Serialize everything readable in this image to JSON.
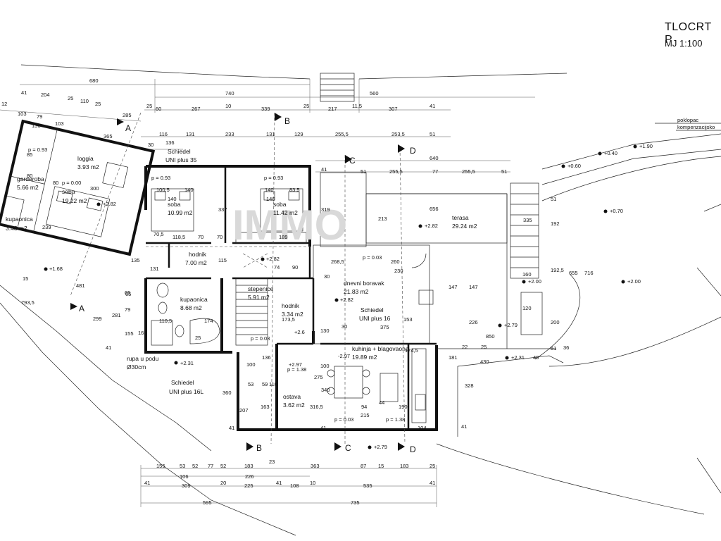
{
  "title": {
    "line1": "TLOCRT P",
    "line2": "MJ 1:100"
  },
  "rooms": [
    {
      "id": "soba1-name",
      "text": "soba"
    },
    {
      "id": "soba1-area",
      "text": "10.99 m2"
    },
    {
      "id": "soba2-name",
      "text": "soba"
    },
    {
      "id": "soba2-area",
      "text": "11.42 m2"
    },
    {
      "id": "soba3-name",
      "text": "soba"
    },
    {
      "id": "soba3-area",
      "text": "19.22 m2"
    },
    {
      "id": "loggia-name",
      "text": "loggia"
    },
    {
      "id": "loggia-area",
      "text": "3.93 m2"
    },
    {
      "id": "garderoba-name",
      "text": "garderoba"
    },
    {
      "id": "garderoba-area",
      "text": "5.66 m2"
    },
    {
      "id": "kupaonica1-name",
      "text": "kupaonica"
    },
    {
      "id": "kupaonica1-area",
      "text": "3.48 m2"
    },
    {
      "id": "hodnik1-name",
      "text": "hodnik"
    },
    {
      "id": "hodnik1-area",
      "text": "7.00 m2"
    },
    {
      "id": "kupaonica2-name",
      "text": "kupaonica"
    },
    {
      "id": "kupaonica2-area",
      "text": "8.68 m2"
    },
    {
      "id": "stepenice-name",
      "text": "stepenice"
    },
    {
      "id": "stepenice-area",
      "text": "5.91 m2"
    },
    {
      "id": "hodnik2-name",
      "text": "hodnik"
    },
    {
      "id": "hodnik2-area",
      "text": "3.34 m2"
    },
    {
      "id": "dnevni-name",
      "text": "dnevni boravak"
    },
    {
      "id": "dnevni-area",
      "text": "21.83 m2"
    },
    {
      "id": "kuhinja-name",
      "text": "kuhinja + blagovaona"
    },
    {
      "id": "kuhinja-area",
      "text": "19.89 m2"
    },
    {
      "id": "ostava-name",
      "text": "ostava"
    },
    {
      "id": "ostava-area",
      "text": "3.62 m2"
    },
    {
      "id": "teras-name",
      "text": "terasa"
    },
    {
      "id": "teras-area",
      "text": "29.24 m2"
    }
  ],
  "notes": [
    {
      "id": "schiedel-35-a",
      "text": "Schiedel"
    },
    {
      "id": "schiedel-35-b",
      "text": "UNI plus 35"
    },
    {
      "id": "schiedel-16-a",
      "text": "Schiedel"
    },
    {
      "id": "schiedel-16-b",
      "text": "UNI plus 16"
    },
    {
      "id": "schiedel-16l-a",
      "text": "Schiedel"
    },
    {
      "id": "schiedel-16l-b",
      "text": "UNI plus 16L"
    },
    {
      "id": "rupa-a",
      "text": "rupa u podu"
    },
    {
      "id": "rupa-b",
      "text": "Ø30cm"
    },
    {
      "id": "poklopac-a",
      "text": "poklopac"
    },
    {
      "id": "poklopac-b",
      "text": "kompenzacijsko"
    }
  ],
  "levels": [
    {
      "id": "lv1",
      "text": "+2.82"
    },
    {
      "id": "lv2",
      "text": "+2.82"
    },
    {
      "id": "lv3",
      "text": "+2.82"
    },
    {
      "id": "lv4",
      "text": "+2.82"
    },
    {
      "id": "lv5",
      "text": "+1.68"
    },
    {
      "id": "lv6",
      "text": "+2.31"
    },
    {
      "id": "lv7",
      "text": "+2.31"
    },
    {
      "id": "lv8",
      "text": "+2.79"
    },
    {
      "id": "lv9",
      "text": "+2.79"
    },
    {
      "id": "lv10",
      "text": "+2.00"
    },
    {
      "id": "lv11",
      "text": "+2.00"
    },
    {
      "id": "lv12",
      "text": "+0.70"
    },
    {
      "id": "lv13",
      "text": "+0.60"
    },
    {
      "id": "lv14",
      "text": "+0.40"
    },
    {
      "id": "lv15",
      "text": "+1.90"
    },
    {
      "id": "lv16",
      "text": "+2.6"
    },
    {
      "id": "lv17",
      "text": "+2.97"
    },
    {
      "id": "lv18",
      "text": "-2.97"
    },
    {
      "id": "p1",
      "text": "p = 0.93"
    },
    {
      "id": "p2",
      "text": "p = 0.93"
    },
    {
      "id": "p3",
      "text": "p = 0.00"
    },
    {
      "id": "p4",
      "text": "p = 0.03"
    },
    {
      "id": "p5",
      "text": "p = 0.03"
    },
    {
      "id": "p6",
      "text": "p = 0.03"
    },
    {
      "id": "p7",
      "text": "p = 1.38"
    },
    {
      "id": "p8",
      "text": "p = 0.93"
    },
    {
      "id": "p9",
      "text": "p = 1.38"
    }
  ],
  "sections": [
    {
      "id": "secA1",
      "text": "A"
    },
    {
      "id": "secA2",
      "text": "A"
    },
    {
      "id": "secB1",
      "text": "B"
    },
    {
      "id": "secB2",
      "text": "B"
    },
    {
      "id": "secC1",
      "text": "C"
    },
    {
      "id": "secC2",
      "text": "C"
    },
    {
      "id": "secD1",
      "text": "D"
    },
    {
      "id": "secD2",
      "text": "D"
    }
  ],
  "dims_top": [
    {
      "id": "dt1",
      "text": "680"
    },
    {
      "id": "dt2",
      "text": "740"
    },
    {
      "id": "dt3",
      "text": "560"
    },
    {
      "id": "dt4",
      "text": "41"
    },
    {
      "id": "dt5",
      "text": "204"
    },
    {
      "id": "dt6",
      "text": "25"
    },
    {
      "id": "dt7",
      "text": "110"
    },
    {
      "id": "dt8",
      "text": "25"
    },
    {
      "id": "dt9",
      "text": "12"
    },
    {
      "id": "dt10",
      "text": "103"
    },
    {
      "id": "dt11",
      "text": "79"
    },
    {
      "id": "dt12",
      "text": "285"
    },
    {
      "id": "dt13",
      "text": "25"
    },
    {
      "id": "dt14",
      "text": "60"
    },
    {
      "id": "dt15",
      "text": "267"
    },
    {
      "id": "dt16",
      "text": "10"
    },
    {
      "id": "dt17",
      "text": "339"
    },
    {
      "id": "dt18",
      "text": "25"
    },
    {
      "id": "dt19",
      "text": "217"
    },
    {
      "id": "dt20",
      "text": "11,5"
    },
    {
      "id": "dt21",
      "text": "307"
    },
    {
      "id": "dt22",
      "text": "41"
    },
    {
      "id": "dt23",
      "text": "136"
    },
    {
      "id": "dt24",
      "text": "103"
    },
    {
      "id": "dt25",
      "text": "365"
    },
    {
      "id": "dt26",
      "text": "116"
    },
    {
      "id": "dt27",
      "text": "131"
    },
    {
      "id": "dt28",
      "text": "233"
    },
    {
      "id": "dt29",
      "text": "131"
    },
    {
      "id": "dt30",
      "text": "129"
    },
    {
      "id": "dt31",
      "text": "255,5"
    },
    {
      "id": "dt32",
      "text": "253,5"
    },
    {
      "id": "dt33",
      "text": "51"
    },
    {
      "id": "dt34",
      "text": "136"
    },
    {
      "id": "dt35",
      "text": "30"
    },
    {
      "id": "dt36",
      "text": "640"
    },
    {
      "id": "dt37",
      "text": "255,5"
    },
    {
      "id": "dt38",
      "text": "77"
    },
    {
      "id": "dt39",
      "text": "255,5"
    },
    {
      "id": "dt40",
      "text": "51"
    },
    {
      "id": "dt41",
      "text": "51"
    },
    {
      "id": "dt42",
      "text": "41"
    }
  ],
  "dims_bottom": [
    {
      "id": "db1",
      "text": "155"
    },
    {
      "id": "db2",
      "text": "53"
    },
    {
      "id": "db3",
      "text": "52"
    },
    {
      "id": "db4",
      "text": "77"
    },
    {
      "id": "db5",
      "text": "52"
    },
    {
      "id": "db6",
      "text": "183"
    },
    {
      "id": "db7",
      "text": "23"
    },
    {
      "id": "db8",
      "text": "363"
    },
    {
      "id": "db9",
      "text": "87"
    },
    {
      "id": "db10",
      "text": "15"
    },
    {
      "id": "db11",
      "text": "183"
    },
    {
      "id": "db12",
      "text": "25"
    },
    {
      "id": "db13",
      "text": "106"
    },
    {
      "id": "db14",
      "text": "226"
    },
    {
      "id": "db15",
      "text": "41"
    },
    {
      "id": "db16",
      "text": "309"
    },
    {
      "id": "db17",
      "text": "20"
    },
    {
      "id": "db18",
      "text": "225"
    },
    {
      "id": "db19",
      "text": "41"
    },
    {
      "id": "db20",
      "text": "108"
    },
    {
      "id": "db21",
      "text": "10"
    },
    {
      "id": "db22",
      "text": "535"
    },
    {
      "id": "db23",
      "text": "41"
    },
    {
      "id": "db24",
      "text": "595"
    },
    {
      "id": "db25",
      "text": "735"
    }
  ],
  "dims_misc": [
    {
      "id": "dm1",
      "text": "100,5"
    },
    {
      "id": "dm2",
      "text": "140"
    },
    {
      "id": "dm3",
      "text": "140"
    },
    {
      "id": "dm4",
      "text": "140"
    },
    {
      "id": "dm5",
      "text": "83,5"
    },
    {
      "id": "dm6",
      "text": "140"
    },
    {
      "id": "dm7",
      "text": "337"
    },
    {
      "id": "dm8",
      "text": "319"
    },
    {
      "id": "dm9",
      "text": "70,5"
    },
    {
      "id": "dm10",
      "text": "118,5"
    },
    {
      "id": "dm11",
      "text": "70"
    },
    {
      "id": "dm12",
      "text": "70"
    },
    {
      "id": "dm13",
      "text": "189"
    },
    {
      "id": "dm14",
      "text": "656"
    },
    {
      "id": "dm15",
      "text": "213"
    },
    {
      "id": "dm16",
      "text": "268,5"
    },
    {
      "id": "dm17",
      "text": "260"
    },
    {
      "id": "dm18",
      "text": "230"
    },
    {
      "id": "dm19",
      "text": "131"
    },
    {
      "id": "dm20",
      "text": "135"
    },
    {
      "id": "dm21",
      "text": "481"
    },
    {
      "id": "dm22",
      "text": "793,5"
    },
    {
      "id": "dm23",
      "text": "299"
    },
    {
      "id": "dm24",
      "text": "281"
    },
    {
      "id": "dm25",
      "text": "155"
    },
    {
      "id": "dm26",
      "text": "41"
    },
    {
      "id": "dm27",
      "text": "65"
    },
    {
      "id": "dm28",
      "text": "79"
    },
    {
      "id": "dm29",
      "text": "165"
    },
    {
      "id": "dm30",
      "text": "110,5"
    },
    {
      "id": "dm31",
      "text": "174"
    },
    {
      "id": "dm32",
      "text": "25"
    },
    {
      "id": "dm33",
      "text": "360"
    },
    {
      "id": "dm34",
      "text": "207"
    },
    {
      "id": "dm35",
      "text": "163"
    },
    {
      "id": "dm36",
      "text": "100"
    },
    {
      "id": "dm37",
      "text": "136"
    },
    {
      "id": "dm38",
      "text": "275"
    },
    {
      "id": "dm39",
      "text": "340"
    },
    {
      "id": "dm40",
      "text": "94"
    },
    {
      "id": "dm41",
      "text": "44"
    },
    {
      "id": "dm42",
      "text": "190"
    },
    {
      "id": "dm43",
      "text": "215"
    },
    {
      "id": "dm44",
      "text": "316,5"
    },
    {
      "id": "dm45",
      "text": "375"
    },
    {
      "id": "dm46",
      "text": "173,5"
    },
    {
      "id": "dm47",
      "text": "153"
    },
    {
      "id": "dm48",
      "text": "174,5"
    },
    {
      "id": "dm49",
      "text": "181"
    },
    {
      "id": "dm50",
      "text": "328"
    },
    {
      "id": "dm51",
      "text": "430"
    },
    {
      "id": "dm52",
      "text": "40"
    },
    {
      "id": "dm53",
      "text": "850"
    },
    {
      "id": "dm54",
      "text": "147"
    },
    {
      "id": "dm55",
      "text": "147"
    },
    {
      "id": "dm56",
      "text": "226"
    },
    {
      "id": "dm57",
      "text": "22"
    },
    {
      "id": "dm58",
      "text": "25"
    },
    {
      "id": "dm59",
      "text": "192"
    },
    {
      "id": "dm60",
      "text": "655"
    },
    {
      "id": "dm61",
      "text": "716"
    },
    {
      "id": "dm62",
      "text": "192,5"
    },
    {
      "id": "dm63",
      "text": "200"
    },
    {
      "id": "dm64",
      "text": "36"
    },
    {
      "id": "dm65",
      "text": "160"
    },
    {
      "id": "dm66",
      "text": "120"
    },
    {
      "id": "dm67",
      "text": "51"
    },
    {
      "id": "dm68",
      "text": "51"
    },
    {
      "id": "dm69",
      "text": "335"
    },
    {
      "id": "dm70",
      "text": "65"
    },
    {
      "id": "dm71",
      "text": "239"
    },
    {
      "id": "dm72",
      "text": "85"
    },
    {
      "id": "dm73",
      "text": "80"
    },
    {
      "id": "dm74",
      "text": "80"
    },
    {
      "id": "dm75",
      "text": "300"
    },
    {
      "id": "dm76",
      "text": "30"
    },
    {
      "id": "dm77",
      "text": "90"
    },
    {
      "id": "dm78",
      "text": "74"
    },
    {
      "id": "dm79",
      "text": "115"
    },
    {
      "id": "dm80",
      "text": "59"
    },
    {
      "id": "dm81",
      "text": "53"
    },
    {
      "id": "dm82",
      "text": "110"
    },
    {
      "id": "dm83",
      "text": "130"
    },
    {
      "id": "dm84",
      "text": "30"
    },
    {
      "id": "dm85",
      "text": "104"
    },
    {
      "id": "dm86",
      "text": "100"
    },
    {
      "id": "dm87",
      "text": "15"
    },
    {
      "id": "dm88",
      "text": "41"
    },
    {
      "id": "dm89",
      "text": "41"
    },
    {
      "id": "dm90",
      "text": "41"
    }
  ],
  "watermark": {
    "text": "IMMO"
  }
}
